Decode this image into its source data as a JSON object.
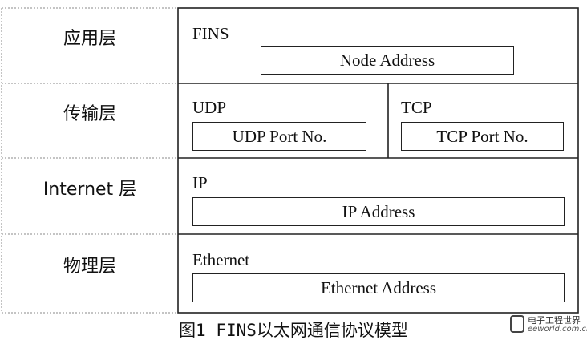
{
  "layers": {
    "application": "应用层",
    "transport": "传输层",
    "internet": "Internet 层",
    "physical": "物理层"
  },
  "protocols": {
    "fins": "FINS",
    "udp": "UDP",
    "tcp": "TCP",
    "ip": "IP",
    "ethernet": "Ethernet"
  },
  "fields": {
    "node_address": "Node Address",
    "udp_port": "UDP Port No.",
    "tcp_port": "TCP Port No.",
    "ip_address": "IP Address",
    "ethernet_address": "Ethernet Address"
  },
  "caption": "图1 FINS以太网通信协议模型",
  "watermark": {
    "title": "电子工程世界",
    "url": "eeworld.com.cn"
  }
}
